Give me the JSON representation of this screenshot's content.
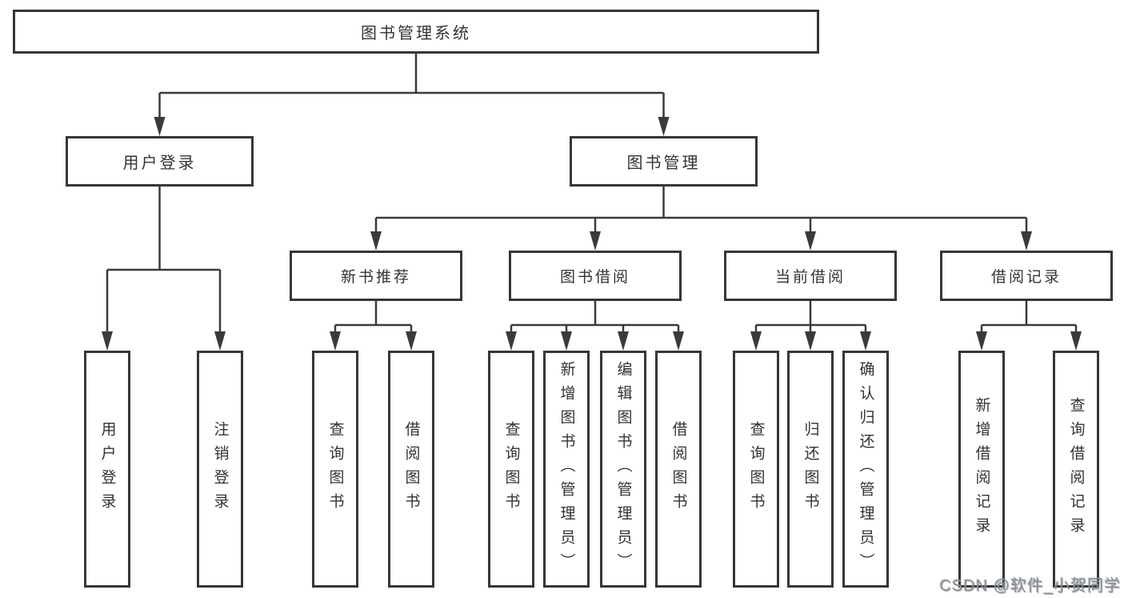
{
  "diagram": {
    "root": {
      "label": "图书管理系统"
    },
    "level2": [
      {
        "label": "用户登录"
      },
      {
        "label": "图书管理"
      }
    ],
    "level3": [
      {
        "label": "新书推荐"
      },
      {
        "label": "图书借阅"
      },
      {
        "label": "当前借阅"
      },
      {
        "label": "借阅记录"
      }
    ],
    "leaves": {
      "user_login": [
        {
          "label": "用户登录"
        },
        {
          "label": "注销登录"
        }
      ],
      "new_book": [
        {
          "label": "查询图书"
        },
        {
          "label": "借阅图书"
        }
      ],
      "book_borrow": [
        {
          "label": "查询图书"
        },
        {
          "label": "新增图书（管理员）"
        },
        {
          "label": "编辑图书（管理员）"
        },
        {
          "label": "借阅图书"
        }
      ],
      "current_borrow": [
        {
          "label": "查询图书"
        },
        {
          "label": "归还图书"
        },
        {
          "label": "确认归还（管理员）"
        }
      ],
      "borrow_records": [
        {
          "label": "新增借阅记录"
        },
        {
          "label": "查询借阅记录"
        }
      ]
    }
  },
  "watermark": {
    "text": "CSDN @软件_小贺同学"
  },
  "colors": {
    "line": "#3a3a3a",
    "box_border": "#363636",
    "text": "#333333",
    "background": "#ffffff",
    "watermark": "#8e8e8e"
  }
}
